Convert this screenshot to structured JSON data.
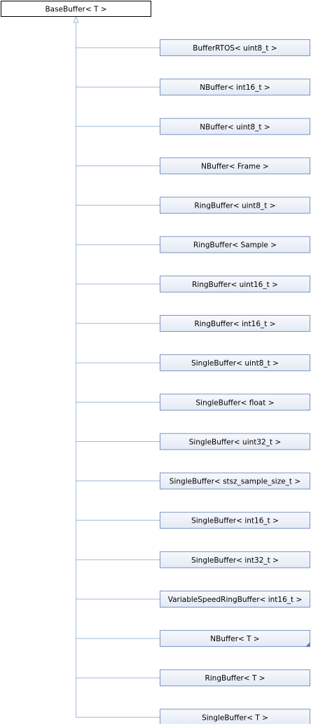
{
  "colors": {
    "background": "#ffffff",
    "base_fill": "#ffffff",
    "base_border": "#000000",
    "child_fill_top": "#f7f9fc",
    "child_fill_bottom": "#e3e9f4",
    "child_border": "#7c93c5",
    "edge": "#a4b6d8",
    "text": "#000000"
  },
  "base": {
    "label": "BaseBuffer< T >"
  },
  "children": [
    {
      "label": "BufferRTOS< uint8_t >",
      "has_more_marker": false
    },
    {
      "label": "NBuffer< int16_t >",
      "has_more_marker": false
    },
    {
      "label": "NBuffer< uint8_t >",
      "has_more_marker": false
    },
    {
      "label": "NBuffer< Frame >",
      "has_more_marker": false
    },
    {
      "label": "RingBuffer< uint8_t >",
      "has_more_marker": false
    },
    {
      "label": "RingBuffer< Sample >",
      "has_more_marker": false
    },
    {
      "label": "RingBuffer< uint16_t >",
      "has_more_marker": false
    },
    {
      "label": "RingBuffer< int16_t >",
      "has_more_marker": false
    },
    {
      "label": "SingleBuffer< uint8_t >",
      "has_more_marker": false
    },
    {
      "label": "SingleBuffer< float >",
      "has_more_marker": false
    },
    {
      "label": "SingleBuffer< uint32_t >",
      "has_more_marker": false
    },
    {
      "label": "SingleBuffer< stsz_sample_size_t >",
      "has_more_marker": false
    },
    {
      "label": "SingleBuffer< int16_t >",
      "has_more_marker": false
    },
    {
      "label": "SingleBuffer< int32_t >",
      "has_more_marker": false
    },
    {
      "label": "VariableSpeedRingBuffer< int16_t >",
      "has_more_marker": false
    },
    {
      "label": "NBuffer< T >",
      "has_more_marker": true
    },
    {
      "label": "RingBuffer< T >",
      "has_more_marker": false
    },
    {
      "label": "SingleBuffer< T >",
      "has_more_marker": false
    }
  ]
}
